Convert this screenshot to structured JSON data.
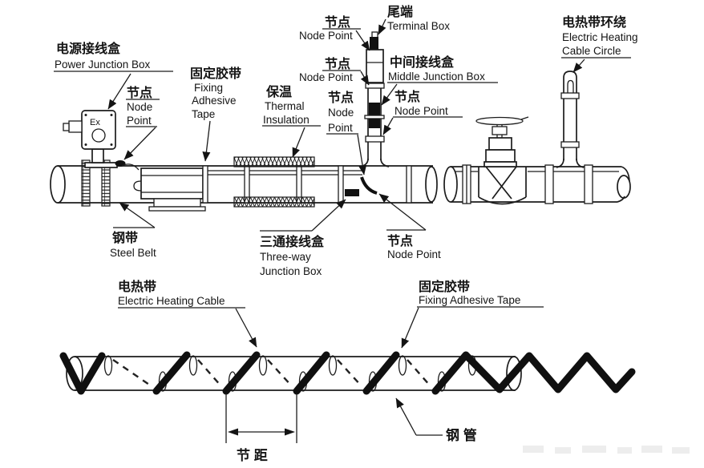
{
  "colors": {
    "line": "#1c1c1c",
    "cable": "#101010",
    "background": "#ffffff"
  },
  "diagram": {
    "top": {
      "power_junction_box": {
        "zh": "电源接线盒",
        "en": "Power Junction Box"
      },
      "node_point": {
        "zh": "节点",
        "en": "Node Point",
        "en_word1": "Node",
        "en_word2": "Point"
      },
      "fixing_adhesive_tape": {
        "zh": "固定胶带",
        "en_word1": "Fixing",
        "en_word2": "Adhesive",
        "en_word3": "Tape"
      },
      "thermal_insulation": {
        "zh": "保温",
        "en_word1": "Thermal",
        "en_word2": "Insulation"
      },
      "terminal_box": {
        "zh": "尾端",
        "en": "Terminal Box"
      },
      "middle_junction_box": {
        "zh": "中间接线盒",
        "en": "Middle Junction Box"
      },
      "electric_heating_cable_circle": {
        "zh": "电热带环绕",
        "en_line1": "Electric Heating",
        "en_line2": "Cable Circle"
      },
      "steel_belt": {
        "zh": "钢带",
        "en": "Steel Belt"
      },
      "three_way_junction_box": {
        "zh": "三通接线盒",
        "en_line1": "Three-way",
        "en_line2": "Junction Box"
      },
      "ex_marking": "Ex"
    },
    "bottom": {
      "electric_heating_cable": {
        "zh": "电热带",
        "en": "Electric Heating Cable"
      },
      "fixing_adhesive_tape": {
        "zh": "固定胶带",
        "en": "Fixing Adhesive Tape"
      },
      "steel_pipe": {
        "zh": "钢 管"
      },
      "pitch": {
        "zh": "节 距"
      }
    }
  }
}
